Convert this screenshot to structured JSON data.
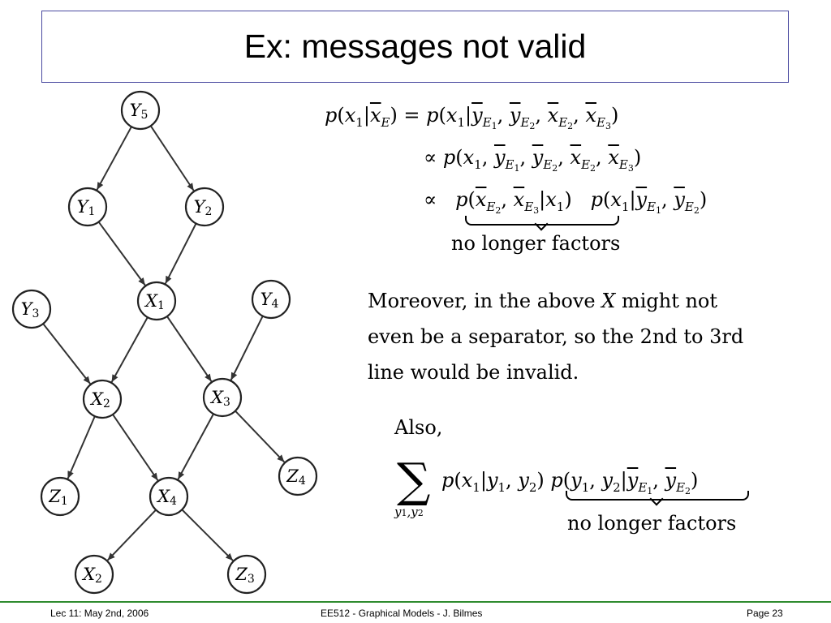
{
  "title": "Ex: messages not valid",
  "graph": {
    "nodes": [
      {
        "id": "Y5",
        "letter": "Y",
        "sub": "5"
      },
      {
        "id": "Y1",
        "letter": "Y",
        "sub": "1"
      },
      {
        "id": "Y2",
        "letter": "Y",
        "sub": "2"
      },
      {
        "id": "Y3",
        "letter": "Y",
        "sub": "3"
      },
      {
        "id": "X1",
        "letter": "X",
        "sub": "1"
      },
      {
        "id": "Y4",
        "letter": "Y",
        "sub": "4"
      },
      {
        "id": "X2a",
        "letter": "X",
        "sub": "2"
      },
      {
        "id": "X3",
        "letter": "X",
        "sub": "3"
      },
      {
        "id": "Z4",
        "letter": "Z",
        "sub": "4"
      },
      {
        "id": "Z1",
        "letter": "Z",
        "sub": "1"
      },
      {
        "id": "X4",
        "letter": "X",
        "sub": "4"
      },
      {
        "id": "X2b",
        "letter": "X",
        "sub": "2"
      },
      {
        "id": "Z3",
        "letter": "Z",
        "sub": "3"
      }
    ],
    "edges": [
      [
        "Y5",
        "Y1"
      ],
      [
        "Y5",
        "Y2"
      ],
      [
        "Y1",
        "X1"
      ],
      [
        "Y2",
        "X1"
      ],
      [
        "X1",
        "X2a"
      ],
      [
        "X1",
        "X3"
      ],
      [
        "Y3",
        "X2a"
      ],
      [
        "Y4",
        "X3"
      ],
      [
        "X2a",
        "Z1"
      ],
      [
        "X2a",
        "X4"
      ],
      [
        "X3",
        "X4"
      ],
      [
        "X3",
        "Z4"
      ],
      [
        "X4",
        "X2b"
      ],
      [
        "X4",
        "Z3"
      ]
    ]
  },
  "equations": {
    "brace_label_1": "no longer factors",
    "brace_label_2": "no longer factors"
  },
  "text": {
    "para1_a": "Moreover, in the above ",
    "para1_var": "X",
    "para1_b": " might not",
    "para1_line2": "even be a separator, so the 2nd to 3rd",
    "para1_line3": "line would be invalid.",
    "also": "Also,"
  },
  "footer": {
    "left": "Lec 11: May 2nd, 2006",
    "center": "EE512 - Graphical Models - J. Bilmes",
    "right": "Page 23"
  },
  "colors": {
    "title_border": "#4a4aa0",
    "footer_line": "#2e8b2e"
  }
}
